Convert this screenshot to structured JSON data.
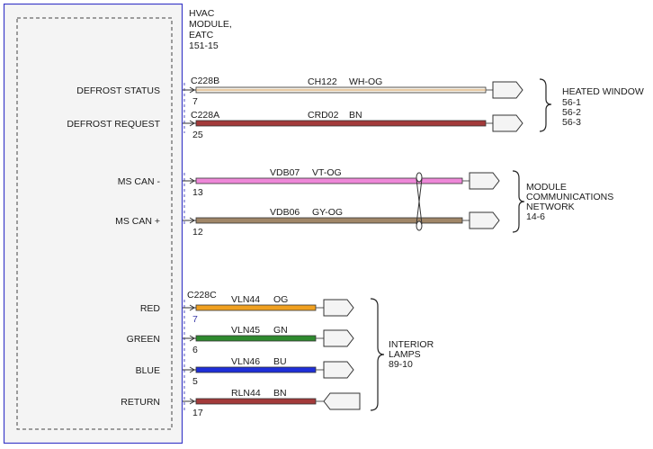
{
  "module": {
    "name_lines": [
      "HVAC",
      "MODULE,",
      "EATC",
      "151-15"
    ],
    "border_color": "#3c3cc8"
  },
  "connectors": {
    "c228b": "C228B",
    "c228a": "C228A",
    "c228c": "C228C"
  },
  "circuits": [
    {
      "signal": "DEFROST STATUS",
      "pin": "7",
      "circuit": "CH122",
      "wire_color": "WH-OG",
      "color_hex": "#f5f0e6",
      "stripe_hex": "#d8a060"
    },
    {
      "signal": "DEFROST REQUEST",
      "pin": "25",
      "circuit": "CRD02",
      "wire_color": "BN",
      "color_hex": "#a33a3a"
    },
    {
      "signal": "MS CAN -",
      "pin": "13",
      "circuit": "VDB07",
      "wire_color": "VT-OG",
      "color_hex": "#ee88d8"
    },
    {
      "signal": "MS CAN +",
      "pin": "12",
      "circuit": "VDB06",
      "wire_color": "GY-OG",
      "color_hex": "#a08668"
    },
    {
      "signal": "RED",
      "pin": "7",
      "circuit": "VLN44",
      "wire_color": "OG",
      "color_hex": "#f0a020"
    },
    {
      "signal": "GREEN",
      "pin": "6",
      "circuit": "VLN45",
      "wire_color": "GN",
      "color_hex": "#2e8a2e"
    },
    {
      "signal": "BLUE",
      "pin": "5",
      "circuit": "VLN46",
      "wire_color": "BU",
      "color_hex": "#1f2fd8"
    },
    {
      "signal": "RETURN",
      "pin": "17",
      "circuit": "RLN44",
      "wire_color": "BN",
      "color_hex": "#a33a3a"
    }
  ],
  "groups": {
    "heated_window": {
      "lines": [
        "HEATED WINDOW",
        "56-1",
        "56-2",
        "56-3"
      ]
    },
    "module_network": {
      "lines": [
        "MODULE",
        "COMMUNICATIONS",
        "NETWORK",
        "14-6"
      ]
    },
    "interior_lamps": {
      "lines": [
        "INTERIOR",
        "LAMPS",
        "89-10"
      ]
    }
  }
}
